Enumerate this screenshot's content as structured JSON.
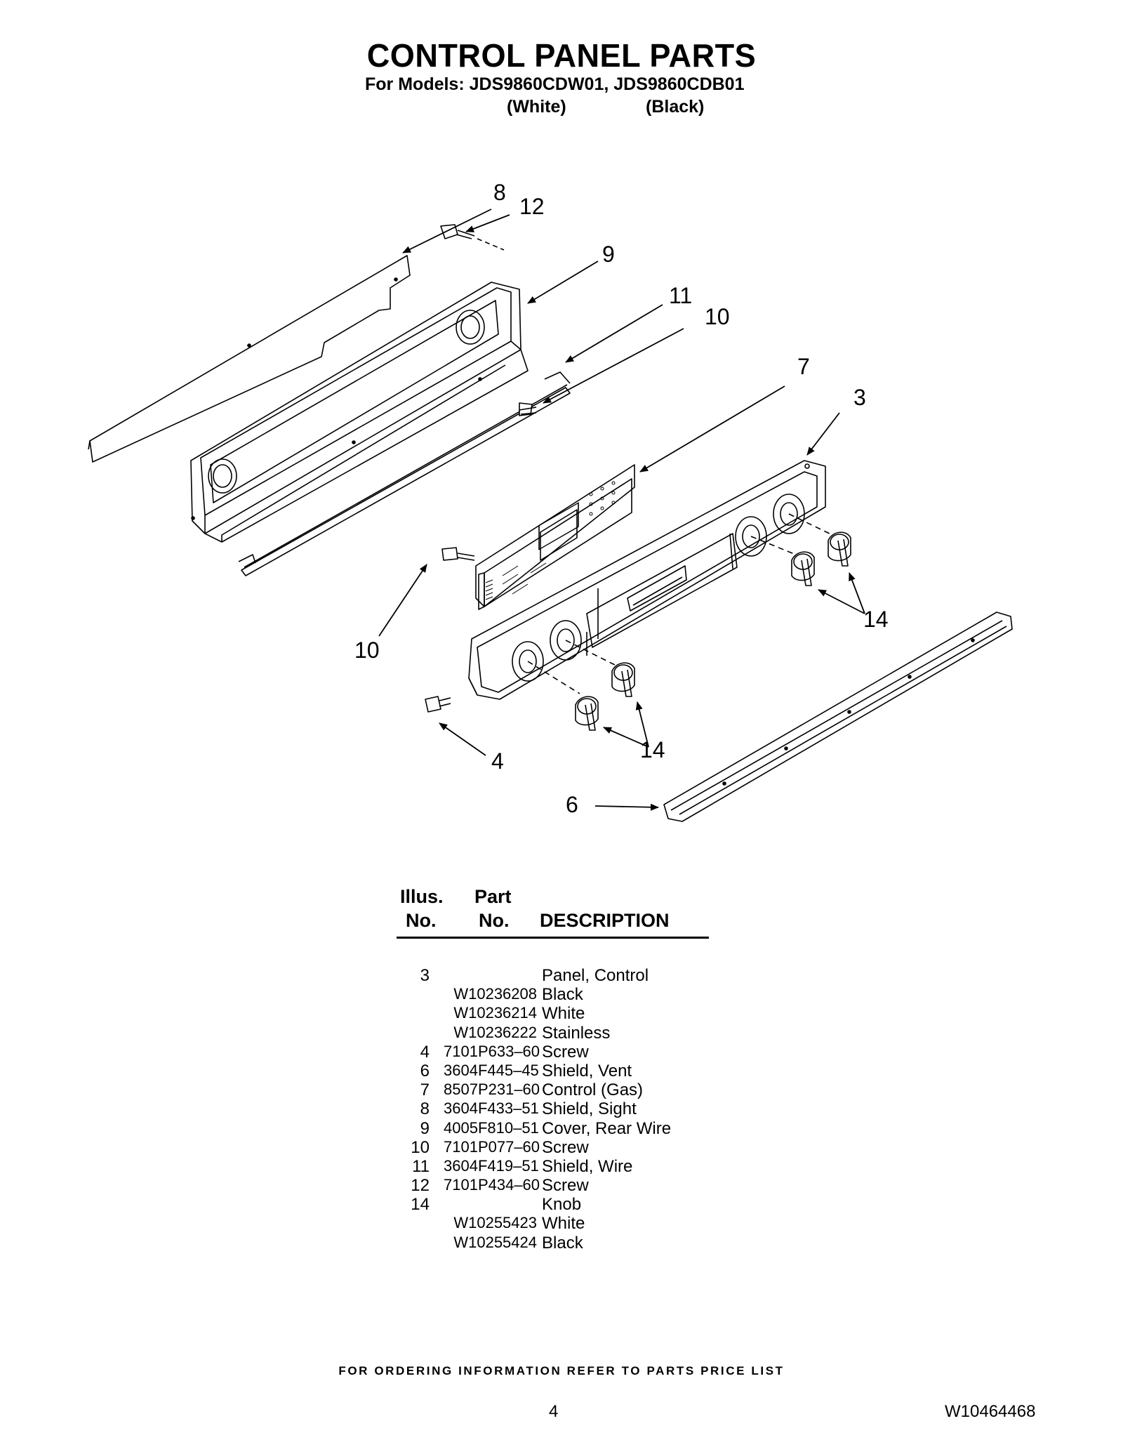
{
  "header": {
    "title": "CONTROL PANEL PARTS",
    "models_line": "For Models: JDS9860CDW01, JDS9860CDB01",
    "variant_white": "(White)",
    "variant_black": "(Black)"
  },
  "callouts": {
    "c8": "8",
    "c12": "12",
    "c9": "9",
    "c11": "11",
    "c10_top": "10",
    "c7": "7",
    "c3": "3",
    "c14_right": "14",
    "c10_left": "10",
    "c4": "4",
    "c14_bottom": "14",
    "c6": "6"
  },
  "table": {
    "headers": {
      "illus_line1": "Illus.",
      "illus_line2": "No.",
      "part_line1": "Part",
      "part_line2": "No.",
      "description": "DESCRIPTION"
    },
    "rows": [
      {
        "illus": "3",
        "part": "",
        "desc": "Panel, Control"
      },
      {
        "illus": "",
        "part": "W10236208",
        "desc": "Black"
      },
      {
        "illus": "",
        "part": "W10236214",
        "desc": "White"
      },
      {
        "illus": "",
        "part": "W10236222",
        "desc": "Stainless"
      },
      {
        "illus": "4",
        "part": "7101P633–60",
        "desc": "Screw"
      },
      {
        "illus": "6",
        "part": "3604F445–45",
        "desc": "Shield, Vent"
      },
      {
        "illus": "7",
        "part": "8507P231–60",
        "desc": "Control (Gas)"
      },
      {
        "illus": "8",
        "part": "3604F433–51",
        "desc": "Shield, Sight"
      },
      {
        "illus": "9",
        "part": "4005F810–51",
        "desc": "Cover, Rear Wire"
      },
      {
        "illus": "10",
        "part": "7101P077–60",
        "desc": "Screw"
      },
      {
        "illus": "11",
        "part": "3604F419–51",
        "desc": "Shield, Wire"
      },
      {
        "illus": "12",
        "part": "7101P434–60",
        "desc": "Screw"
      },
      {
        "illus": "14",
        "part": "",
        "desc": "Knob"
      },
      {
        "illus": "",
        "part": "W10255423",
        "desc": "White"
      },
      {
        "illus": "",
        "part": "W10255424",
        "desc": "Black"
      }
    ]
  },
  "footer": {
    "note": "FOR ORDERING INFORMATION REFER TO PARTS PRICE LIST",
    "page_number": "4",
    "document_number": "W10464468"
  }
}
